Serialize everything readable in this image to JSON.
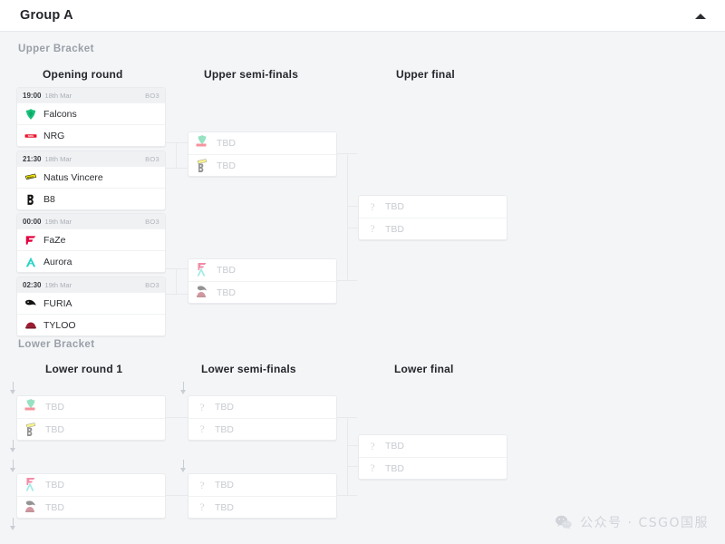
{
  "header": {
    "title": "Group A",
    "collapse_icon": "chevron-up-icon"
  },
  "brackets": [
    {
      "label": "Upper Bracket"
    },
    {
      "label": "Lower Bracket"
    }
  ],
  "rounds": [
    {
      "label": "Opening round"
    },
    {
      "label": "Upper semi-finals"
    },
    {
      "label": "Upper final"
    },
    {
      "label": "Lower round 1"
    },
    {
      "label": "Lower semi-finals"
    },
    {
      "label": "Lower final"
    }
  ],
  "upper_bracket": {
    "opening_round": [
      {
        "time": "19:00",
        "date": "18th Mar",
        "format": "BO3",
        "teams": [
          {
            "name": "Falcons",
            "logo": "falcons-logo",
            "tbd": false
          },
          {
            "name": "NRG",
            "logo": "nrg-logo",
            "tbd": false
          }
        ]
      },
      {
        "time": "21:30",
        "date": "18th Mar",
        "format": "BO3",
        "teams": [
          {
            "name": "Natus Vincere",
            "logo": "navi-logo",
            "tbd": false
          },
          {
            "name": "B8",
            "logo": "b8-logo",
            "tbd": false
          }
        ]
      },
      {
        "time": "00:00",
        "date": "19th Mar",
        "format": "BO3",
        "teams": [
          {
            "name": "FaZe",
            "logo": "faze-logo",
            "tbd": false
          },
          {
            "name": "Aurora",
            "logo": "aurora-logo",
            "tbd": false
          }
        ]
      },
      {
        "time": "02:30",
        "date": "19th Mar",
        "format": "BO3",
        "teams": [
          {
            "name": "FURIA",
            "logo": "furia-logo",
            "tbd": false
          },
          {
            "name": "TYLOO",
            "logo": "tyloo-logo",
            "tbd": false
          }
        ]
      }
    ],
    "upper_semi_finals": [
      {
        "teams": [
          {
            "name": "TBD",
            "logo": "falcons-nrg-placeholder",
            "tbd": true
          },
          {
            "name": "TBD",
            "logo": "navi-b8-placeholder",
            "tbd": true
          }
        ]
      },
      {
        "teams": [
          {
            "name": "TBD",
            "logo": "faze-aurora-placeholder",
            "tbd": true
          },
          {
            "name": "TBD",
            "logo": "furia-tyloo-placeholder",
            "tbd": true
          }
        ]
      }
    ],
    "upper_final": [
      {
        "teams": [
          {
            "name": "TBD",
            "logo": "question-mark-icon",
            "tbd": true
          },
          {
            "name": "TBD",
            "logo": "question-mark-icon",
            "tbd": true
          }
        ]
      }
    ]
  },
  "lower_bracket": {
    "lower_round_1": [
      {
        "teams": [
          {
            "name": "TBD",
            "logo": "falcons-nrg-placeholder",
            "tbd": true
          },
          {
            "name": "TBD",
            "logo": "navi-b8-placeholder",
            "tbd": true
          }
        ]
      },
      {
        "teams": [
          {
            "name": "TBD",
            "logo": "faze-aurora-placeholder",
            "tbd": true
          },
          {
            "name": "TBD",
            "logo": "furia-tyloo-placeholder",
            "tbd": true
          }
        ]
      }
    ],
    "lower_semi_finals": [
      {
        "teams": [
          {
            "name": "TBD",
            "logo": "question-mark-icon",
            "tbd": true
          },
          {
            "name": "TBD",
            "logo": "question-mark-icon",
            "tbd": true
          }
        ]
      },
      {
        "teams": [
          {
            "name": "TBD",
            "logo": "question-mark-icon",
            "tbd": true
          },
          {
            "name": "TBD",
            "logo": "question-mark-icon",
            "tbd": true
          }
        ]
      }
    ],
    "lower_final": [
      {
        "teams": [
          {
            "name": "TBD",
            "logo": "question-mark-icon",
            "tbd": true
          },
          {
            "name": "TBD",
            "logo": "question-mark-icon",
            "tbd": true
          }
        ]
      }
    ]
  },
  "watermark": {
    "text": "公众号 · CSGO国服",
    "icon": "wechat-icon"
  },
  "colors": {
    "page_background": "#f4f5f7",
    "card_background": "#ffffff",
    "card_header": "#f0f1f3",
    "border": "#e9ebee",
    "text_primary": "#2b2d31",
    "text_muted": "#9aa0a8",
    "tbd_text": "#c7cbd0",
    "connector": "#e7e9ec"
  }
}
